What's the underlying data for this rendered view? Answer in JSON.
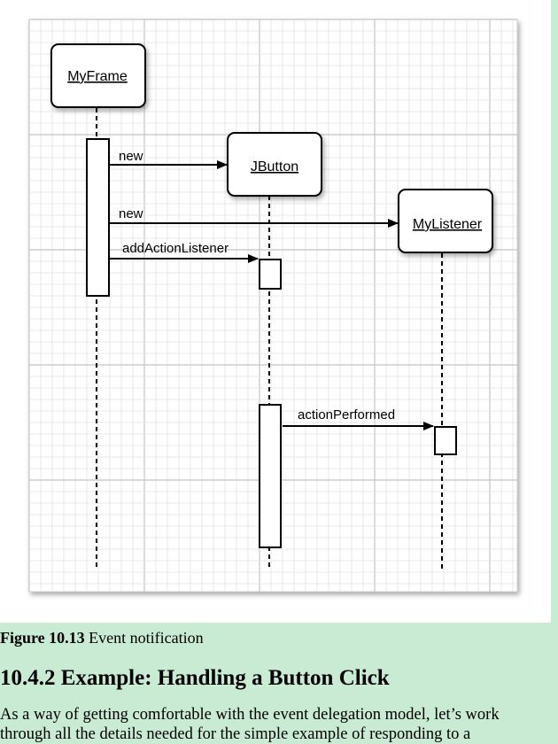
{
  "diagram": {
    "objects": [
      {
        "id": "myframe",
        "label": "MyFrame"
      },
      {
        "id": "jbutton",
        "label": "JButton"
      },
      {
        "id": "mylistener",
        "label": "MyListener"
      }
    ],
    "messages": [
      {
        "label": "new",
        "from": "myframe",
        "to": "jbutton"
      },
      {
        "label": "new",
        "from": "myframe",
        "to": "mylistener"
      },
      {
        "label": "addActionListener",
        "from": "myframe",
        "to": "jbutton"
      },
      {
        "label": "actionPerformed",
        "from": "jbutton",
        "to": "mylistener"
      }
    ]
  },
  "caption": {
    "figure_number": "Figure 10.13",
    "text": " Event notification"
  },
  "section": {
    "heading": "10.4.2 Example: Handling a Button Click"
  },
  "body": {
    "lines": [
      "As a way of getting comfortable with the event delegation model, let’s work",
      "through all the details needed for the simple example of responding to a"
    ]
  },
  "colors": {
    "page_background": "#c9ead3",
    "grid_minor": "#e2e2e2",
    "grid_major": "#c4c4c4",
    "ink": "#000000"
  }
}
